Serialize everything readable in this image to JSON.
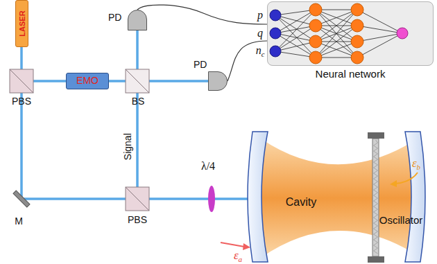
{
  "diagram": {
    "nodes": [
      {
        "text": [
          "LASER"
        ]
      },
      {
        "text": [
          "PD"
        ]
      },
      {
        "text": [
          "Neural network"
        ]
      },
      {
        "text": [
          "EMO"
        ]
      },
      {
        "text": [
          "PD"
        ]
      }
    ],
    "edges": [
      {
        "from": 1,
        "to": 2,
        "arrow": "none"
      },
      {
        "from": 4,
        "to": 2,
        "arrow": "none"
      }
    ],
    "labels": [
      "PBS",
      "BS",
      "Signal",
      "PBS",
      "M",
      "λ/4",
      "Cavity",
      "Oscillator",
      "εa",
      "εb",
      "p",
      "q",
      "nc"
    ]
  }
}
